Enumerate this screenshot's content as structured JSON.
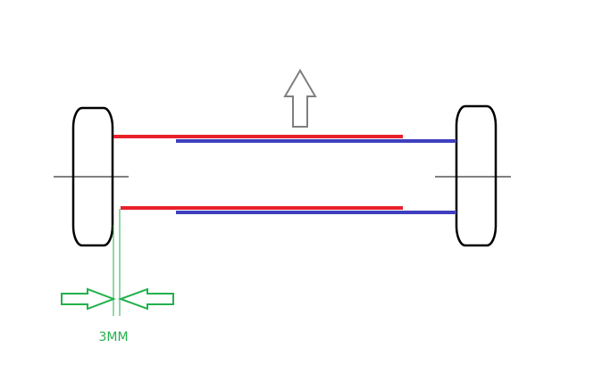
{
  "dimension": {
    "label": "3MM"
  },
  "colors": {
    "red_bar": "#e8202a",
    "blue_bar": "#3f3fbf",
    "wheel_outline": "#000000",
    "axis_line": "#000000",
    "direction_arrow": "#7f7f7f",
    "dimension_marks": "#22b14c"
  },
  "icons": {
    "direction": "arrow-up-outline",
    "dimension_left": "arrow-right-outline",
    "dimension_right": "arrow-left-outline"
  }
}
